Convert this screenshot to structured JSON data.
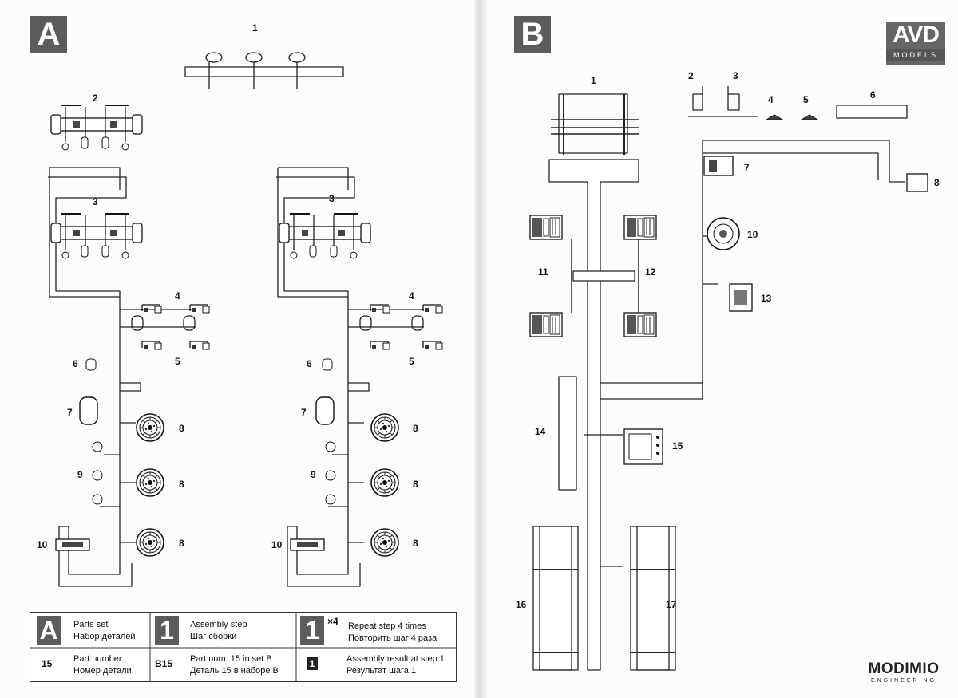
{
  "left_page": {
    "set_letter": "A",
    "labels": {
      "p1": "1",
      "p2": "2",
      "p3a": "3",
      "p3b": "3",
      "p4a": "4",
      "p4b": "4",
      "p5a": "5",
      "p5b": "5",
      "p6a": "6",
      "p6b": "6",
      "p7a": "7",
      "p7b": "7",
      "p8a": "8",
      "p8b": "8",
      "p8c": "8",
      "p8d": "8",
      "p8e": "8",
      "p8f": "8",
      "p9a": "9",
      "p9b": "9",
      "p10a": "10",
      "p10b": "10"
    }
  },
  "right_page": {
    "set_letter": "B",
    "labels": {
      "p1": "1",
      "p2": "2",
      "p3": "3",
      "p4": "4",
      "p5": "5",
      "p6": "6",
      "p7": "7",
      "p8": "8",
      "p10": "10",
      "p11": "11",
      "p12": "12",
      "p13": "13",
      "p14": "14",
      "p15": "15",
      "p16": "16",
      "p17": "17"
    }
  },
  "legend": {
    "parts_set_letter": "A",
    "parts_set_en": "Parts set",
    "parts_set_ru": "Набор деталей",
    "step_number": "1",
    "step_en": "Assembly step",
    "step_ru": "Шаг сборки",
    "repeat_number": "1",
    "repeat_mult": "×4",
    "repeat_en": "Repeat step 4 times",
    "repeat_ru": "Повторить шаг 4 раза",
    "part_num_value": "15",
    "part_num_en": "Part number",
    "part_num_ru": "Номер детали",
    "set_part_value": "B15",
    "set_part_en": "Part num. 15 in set B",
    "set_part_ru": "Деталь 15 в наборе В",
    "result_badge": "1",
    "result_en": "Assembly result at step 1",
    "result_ru": "Результат шага 1"
  },
  "brand": {
    "avd_big": "AVD",
    "avd_small": "MODELS",
    "modimio_big": "MODIMIO",
    "modimio_small": "ENGINEERING"
  }
}
